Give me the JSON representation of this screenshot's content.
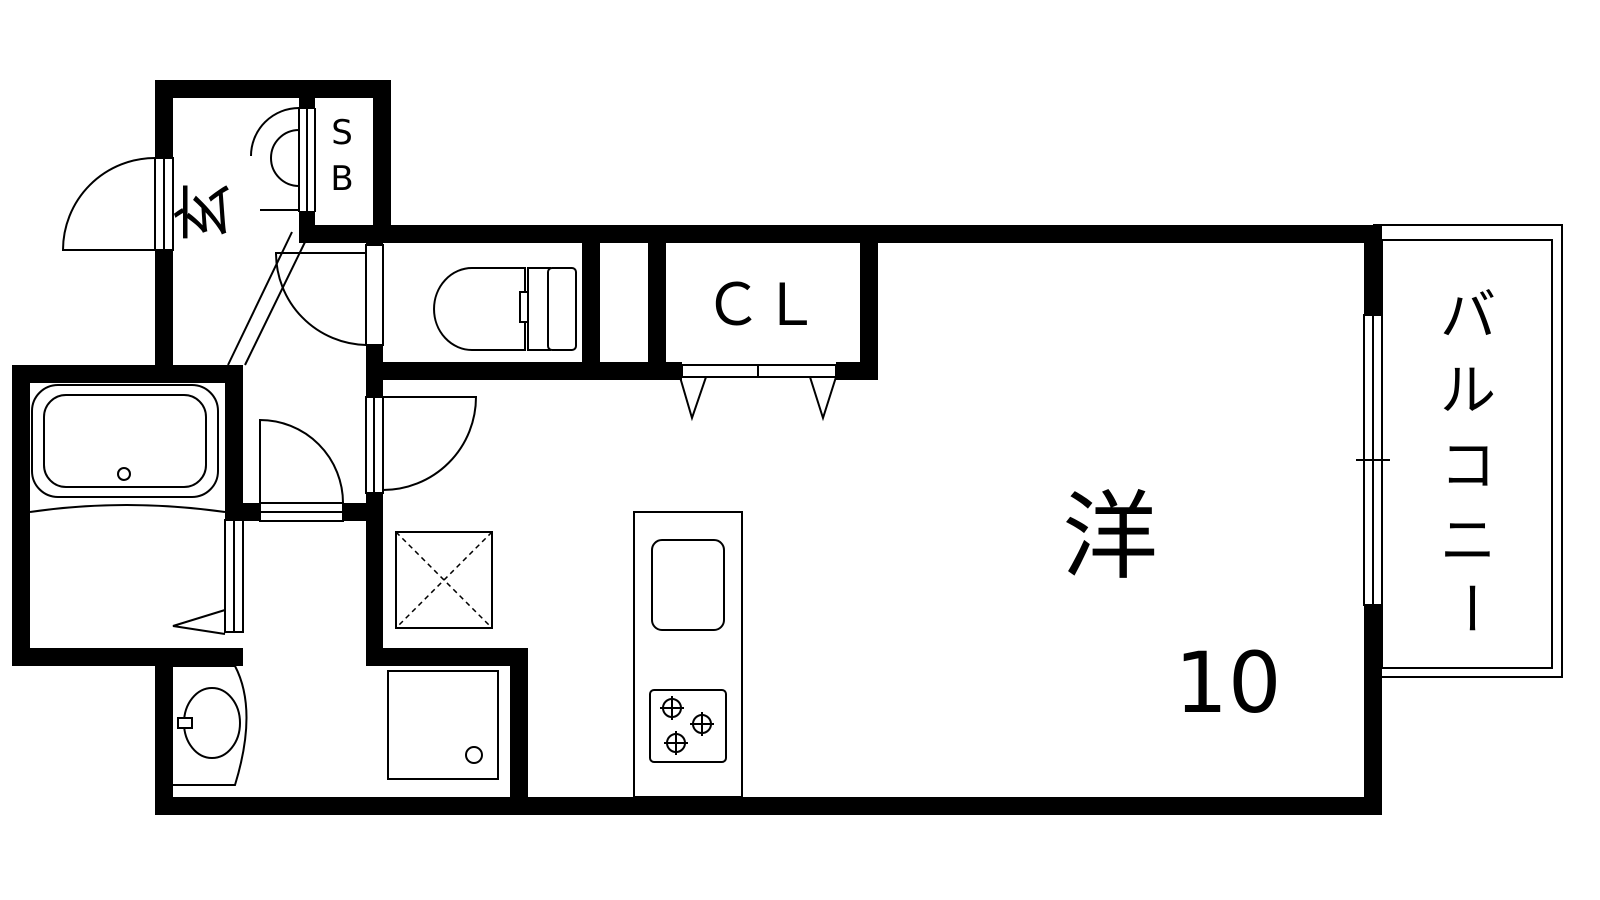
{
  "floor_plan": {
    "rooms": {
      "entrance": "玄",
      "shoe_box_top": "S",
      "shoe_box_bottom": "B",
      "closet": "ＣＬ",
      "western_room": "洋",
      "western_room_size": "10",
      "balcony": [
        "バ",
        "ル",
        "コ",
        "ニ",
        "ー"
      ]
    }
  }
}
